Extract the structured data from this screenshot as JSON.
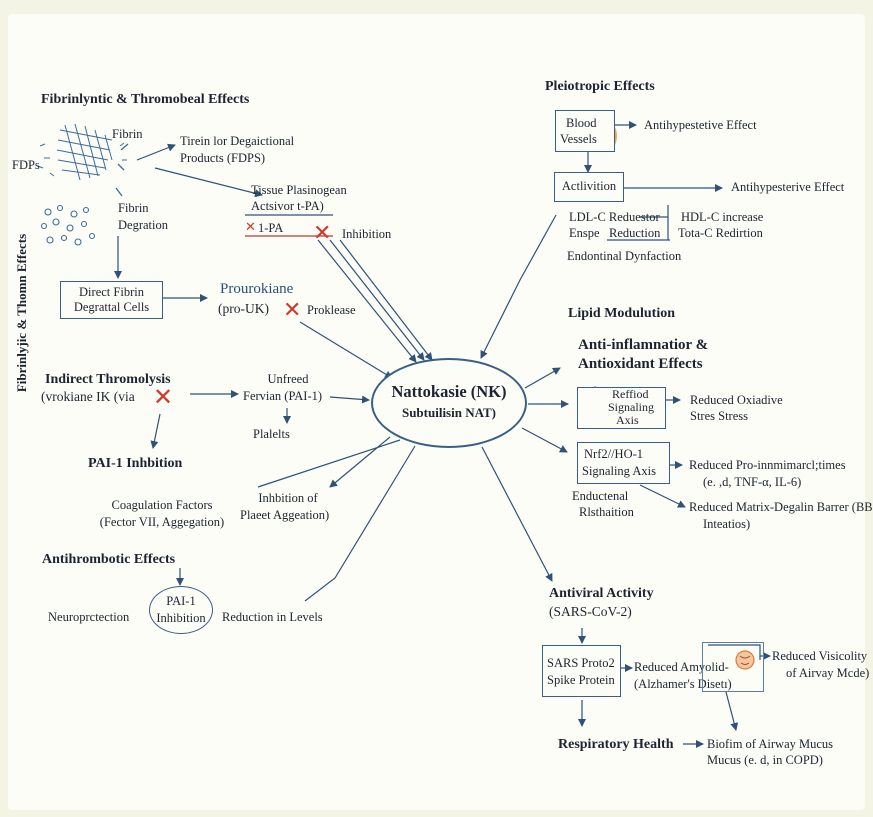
{
  "side_label": "Fibrinlyjic & Thomn Effects",
  "center": {
    "title": "Nattokasie (NK)",
    "subtitle": "Subtuilisin NAT)"
  },
  "fibrin": {
    "heading": "Fibrinlyntic & Thromobeal Effects",
    "fdps": "FDPs",
    "fibrin": "Fibrin",
    "products_1": "Tirein lor Degaictional",
    "products_2": "Products (FDPS)",
    "degradation_1": "Fibrin",
    "degradation_2": "Degration",
    "tpa_1": "Tissue Plasinogean",
    "tpa_2": "Actsivor t-PA)",
    "tpa_3": "1-PA",
    "inhibition": "Inhibition",
    "direct_1": "Direct Fibrin",
    "direct_2": "Degrattal Cells",
    "prouk_1": "Prourokiane",
    "prouk_2": "(pro-UK)",
    "proklease": "Proklease"
  },
  "indirect": {
    "heading_1": "Indirect Thromolysis",
    "heading_2": "(vrokiane IK (via",
    "unfreed_1": "Unfreed",
    "unfreed_2": "Fervian (PAI-1)",
    "plalets": "Plalelts",
    "pai_inhibition": "PAI-1 Inhbition"
  },
  "coag": {
    "factors_1": "Coagulation Factors",
    "factors_2": "(Fector VII, Aggegation)",
    "platelet_1": "Inhbition of",
    "platelet_2": "Plaeet Aggeation)"
  },
  "antithrombotic": {
    "heading": "Antihrombotic Effects",
    "neuro": "Neuroprctection",
    "pai_1": "PAI-1",
    "pai_2": "Inhibition",
    "reduction": "Reduction in Levels"
  },
  "pleiotropic": {
    "heading": "Pleiotropic Effects",
    "blood_1": "Blood",
    "blood_2": "Vessels",
    "antihyp_1": "Antihypestetive Effect",
    "activition": "Actlivition",
    "antihyp_2": "Antihypesterive Effect",
    "ldl_1": "LDL-C Reduestor",
    "ldl_2": "Enspe",
    "ldl_3": "Reduction",
    "hdl_1": "HDL-C increase",
    "hdl_2": "Tota-C Redirtion",
    "endo": "Endontinal Dynfaction"
  },
  "lipid": {
    "heading": "Lipid Modulution"
  },
  "anti_inflam": {
    "heading_1": "Anti-inflamnatior &",
    "heading_2": "Antioxidant Effects",
    "sig_1": "Reffiod",
    "sig_2": "Signaling",
    "sig_3": "Axis",
    "oxid_1": "Reduced Oxiadive",
    "oxid_2": "Stres Stress",
    "nrf_1": "Nrf2//HO-1",
    "nrf_2": "Signaling Axis",
    "pro_1": "Reduced Pro-innmimarcl;times",
    "pro_2": "(e. ,d, TNF-α, IL-6)",
    "endo_1": "Enductenal",
    "endo_2": "Rlsthaition",
    "mmp_1": "Reduced Matrix-Degalin Barrer (BBB",
    "mmp_2": "Inteatios)"
  },
  "antiviral": {
    "heading": "Antiviral Activity",
    "sub": "(SARS-CoV-2)",
    "sars_1": "SARS Proto2",
    "sars_2": "Spike Protein",
    "amy_1": "Reduced Amyolid-",
    "amy_2": "(Alzhamer's Disetı)",
    "visc_1": "Reduced Visicolity",
    "visc_2": "of Airvay Mcde)",
    "resp": "Respiratory Health",
    "bio_1": "Biofim of Airway Mucus",
    "bio_2": "Mucus (e. d, in COPD)"
  }
}
